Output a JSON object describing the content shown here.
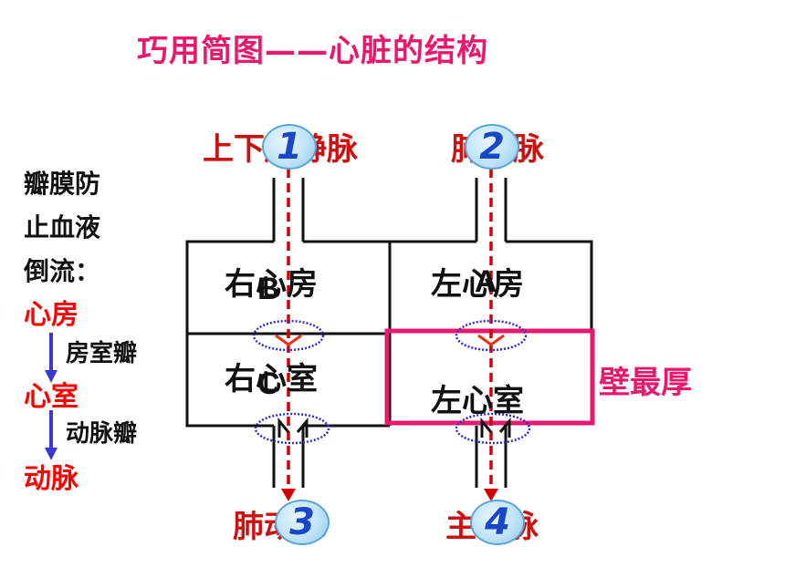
{
  "title": "巧用简图——心脏的结构",
  "vessels": {
    "top_left": "上下腔静脉",
    "top_right": "肺静脉",
    "bottom_left": "肺动脉",
    "bottom_right": "主动脉"
  },
  "numbers": [
    "1",
    "2",
    "3",
    "4"
  ],
  "chambers": {
    "right_atrium": "右心房",
    "left_atrium": "左心房",
    "right_ventricle": "右心室",
    "left_ventricle": "左心室"
  },
  "letters": [
    "A",
    "B",
    "C"
  ],
  "thickest_wall": "壁最厚",
  "notes": {
    "line1": "瓣膜防",
    "line2": "止血液",
    "line3": "倒流：",
    "atrium": "心房",
    "av_valve": "房室瓣",
    "ventricle": "心室",
    "arterial_valve": "动脉瓣",
    "artery": "动脉"
  },
  "colors": {
    "title": "#e8186e",
    "vessel_text": "#cc1111",
    "flow_arrow": "#d40000",
    "highlight_box": "#e8186e",
    "number_text": "#1a46c8",
    "down_arrow": "#3a3ad0",
    "valve": "#2b2bd0"
  }
}
